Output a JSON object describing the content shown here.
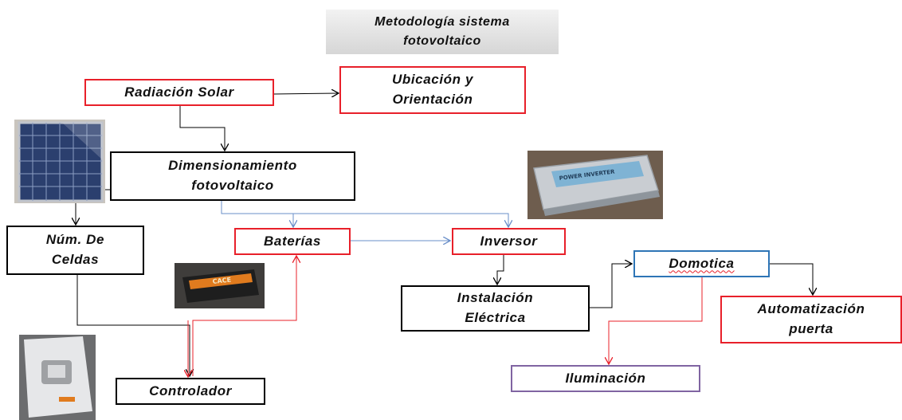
{
  "title": {
    "line1": "Metodología sistema",
    "line2": "fotovoltaico"
  },
  "nodes": {
    "radiacion": "Radiación Solar",
    "ubicacion": {
      "line1": "Ubicación y",
      "line2": "Orientación"
    },
    "dimensionamiento": {
      "line1": "Dimensionamiento",
      "line2": "fotovoltaico"
    },
    "num_celdas": {
      "line1": "Núm. De",
      "line2": "Celdas"
    },
    "baterias": "Baterías",
    "inversor": "Inversor",
    "instalacion": {
      "line1": "Instalación",
      "line2": "Eléctrica"
    },
    "domotica": "Domotica",
    "automatizacion": {
      "line1": "Automatización",
      "line2": "puerta"
    },
    "iluminacion": "Iluminación",
    "controlador": "Controlador"
  },
  "photos": {
    "battery_label": "CACE",
    "inverter_label": "POWER INVERTER"
  },
  "colors": {
    "red": "#e8202a",
    "black": "#000000",
    "blue": "#2e75b6",
    "purple": "#8064a2",
    "arrow_blue": "#6a8fc9",
    "arrow_red": "#e8202a"
  }
}
